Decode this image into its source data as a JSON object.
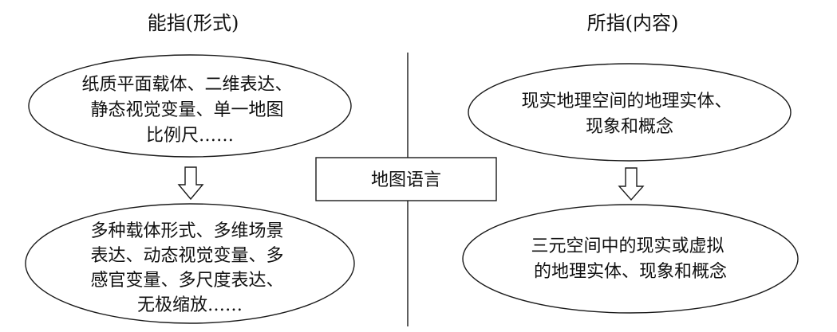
{
  "headings": {
    "left": "能指(形式)",
    "right": "所指(内容)"
  },
  "center_box": {
    "label": "地图语言"
  },
  "ellipses": {
    "left_top": [
      "纸质平面载体、二维表达、",
      "静态视觉变量、单一地图",
      "比例尺……"
    ],
    "left_bottom": [
      "多种载体形式、多维场景",
      "表达、动态视觉变量、多",
      "感官变量、多尺度表达、",
      "无极缩放……"
    ],
    "right_top": [
      "现实地理空间的地理实体、",
      "现象和概念"
    ],
    "right_bottom": [
      "三元空间中的现实或虚拟",
      "的地理实体、现象和概念"
    ]
  },
  "arrows": {
    "left": "down-arrow",
    "right": "down-arrow"
  },
  "colors": {
    "stroke": "#1a1a1a",
    "text": "#111111",
    "background": "#ffffff"
  }
}
